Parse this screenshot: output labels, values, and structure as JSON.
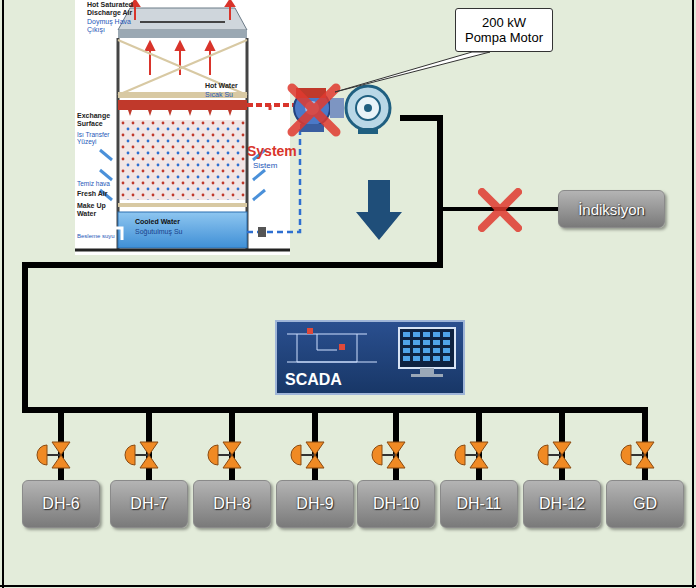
{
  "diagram": {
    "nodes": [
      {
        "text": [
          "Hot Saturated Discharge Air",
          "Doymuş Hava Çıkışı",
          "Hot Water",
          "Sıcak Su",
          "Exchange Surface",
          "Isı Transfer Yüzeyi",
          "System",
          "Sistem",
          "Temiz hava",
          "Fresh Air",
          "Make Up Water",
          "Besleme suyu",
          "Cooled Water",
          "Soğutulmuş Su"
        ]
      },
      {
        "text": [
          "200 kW Pompa Motor"
        ]
      },
      {
        "text": [
          "İndiksiyon"
        ]
      },
      {
        "text": [
          "SCADA"
        ]
      },
      {
        "text": [
          "DH-6"
        ]
      },
      {
        "text": [
          "DH-7"
        ]
      },
      {
        "text": [
          "DH-8"
        ]
      },
      {
        "text": [
          "DH-9"
        ]
      },
      {
        "text": [
          "DH-10"
        ]
      },
      {
        "text": [
          "DH-11"
        ]
      },
      {
        "text": [
          "DH-12"
        ]
      },
      {
        "text": [
          "GD"
        ]
      }
    ],
    "edges": [
      {
        "from": 0,
        "to": 2,
        "arrow": "none"
      },
      {
        "from": 0,
        "to": 4,
        "arrow": "none"
      },
      {
        "from": 0,
        "to": 5,
        "arrow": "none"
      },
      {
        "from": 0,
        "to": 6,
        "arrow": "none"
      },
      {
        "from": 0,
        "to": 7,
        "arrow": "none"
      },
      {
        "from": 0,
        "to": 8,
        "arrow": "none"
      },
      {
        "from": 0,
        "to": 9,
        "arrow": "none"
      },
      {
        "from": 0,
        "to": 10,
        "arrow": "none"
      },
      {
        "from": 0,
        "to": 11,
        "arrow": "none"
      }
    ]
  }
}
